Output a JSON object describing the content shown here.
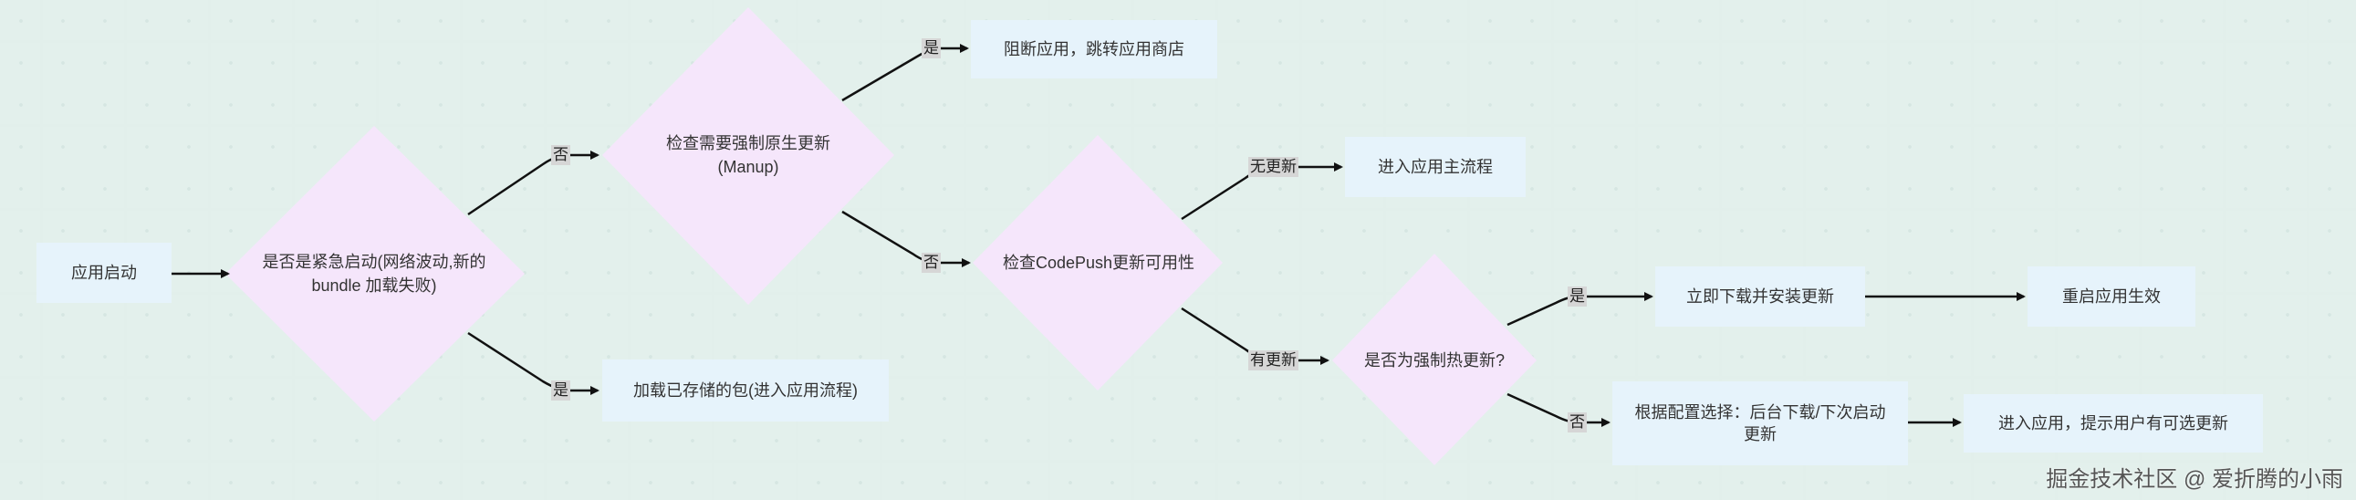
{
  "nodes": {
    "app_start": "应用启动",
    "emergency_check": "是否是紧急启动(网络波动,新的bundle 加载失败)",
    "native_update_check": "检查需要强制原生更新(Manup)",
    "block_app": "阻断应用，跳转应用商店",
    "load_stored_bundle": "加载已存储的包(进入应用流程)",
    "codepush_check": "检查CodePush更新可用性",
    "enter_main_flow": "进入应用主流程",
    "forced_hot_update": "是否为强制热更新?",
    "download_install": "立即下载并安装更新",
    "restart_app": "重启应用生效",
    "config_choice": "根据配置选择：后台下载/下次启动更新",
    "enter_app_prompt": "进入应用，提示用户有可选更新"
  },
  "edge_labels": {
    "emergency_no": "否",
    "emergency_yes": "是",
    "native_yes": "是",
    "native_no": "否",
    "codepush_none": "无更新",
    "codepush_has": "有更新",
    "forced_yes": "是",
    "forced_no": "否"
  },
  "colors": {
    "decision_fill": "#f5e6fb",
    "process_fill": "#e6f3fb",
    "edge_label_bg": "#d6d6d6"
  },
  "watermark": "掘金技术社区 @ 爱折腾的小雨"
}
